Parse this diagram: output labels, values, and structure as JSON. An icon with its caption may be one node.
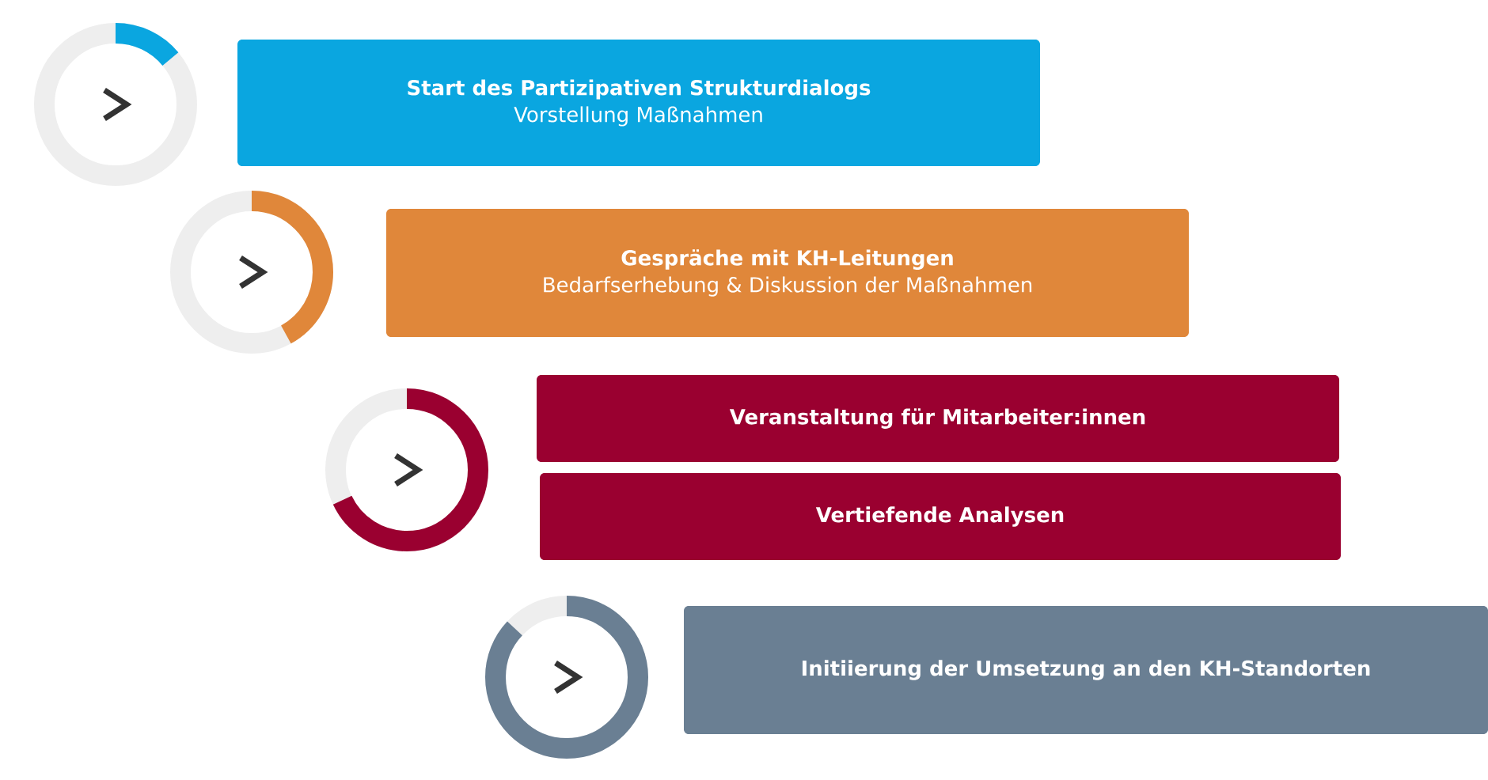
{
  "diagram": {
    "nodes": [
      {
        "text": [
          "Start des Partizipativen Strukturdialogs",
          "Vorstellung Maßnahmen"
        ]
      },
      {
        "text": [
          "Gespräche mit KH-Leitungen",
          "Bedarfserhebung & Diskussion der Maßnahmen"
        ]
      },
      {
        "text": [
          "Veranstaltung für Mitarbeiter:innen"
        ]
      },
      {
        "text": [
          "Vertiefende Analysen"
        ]
      },
      {
        "text": [
          "Initiierung der Umsetzung an den KH-Standorten"
        ]
      }
    ]
  }
}
